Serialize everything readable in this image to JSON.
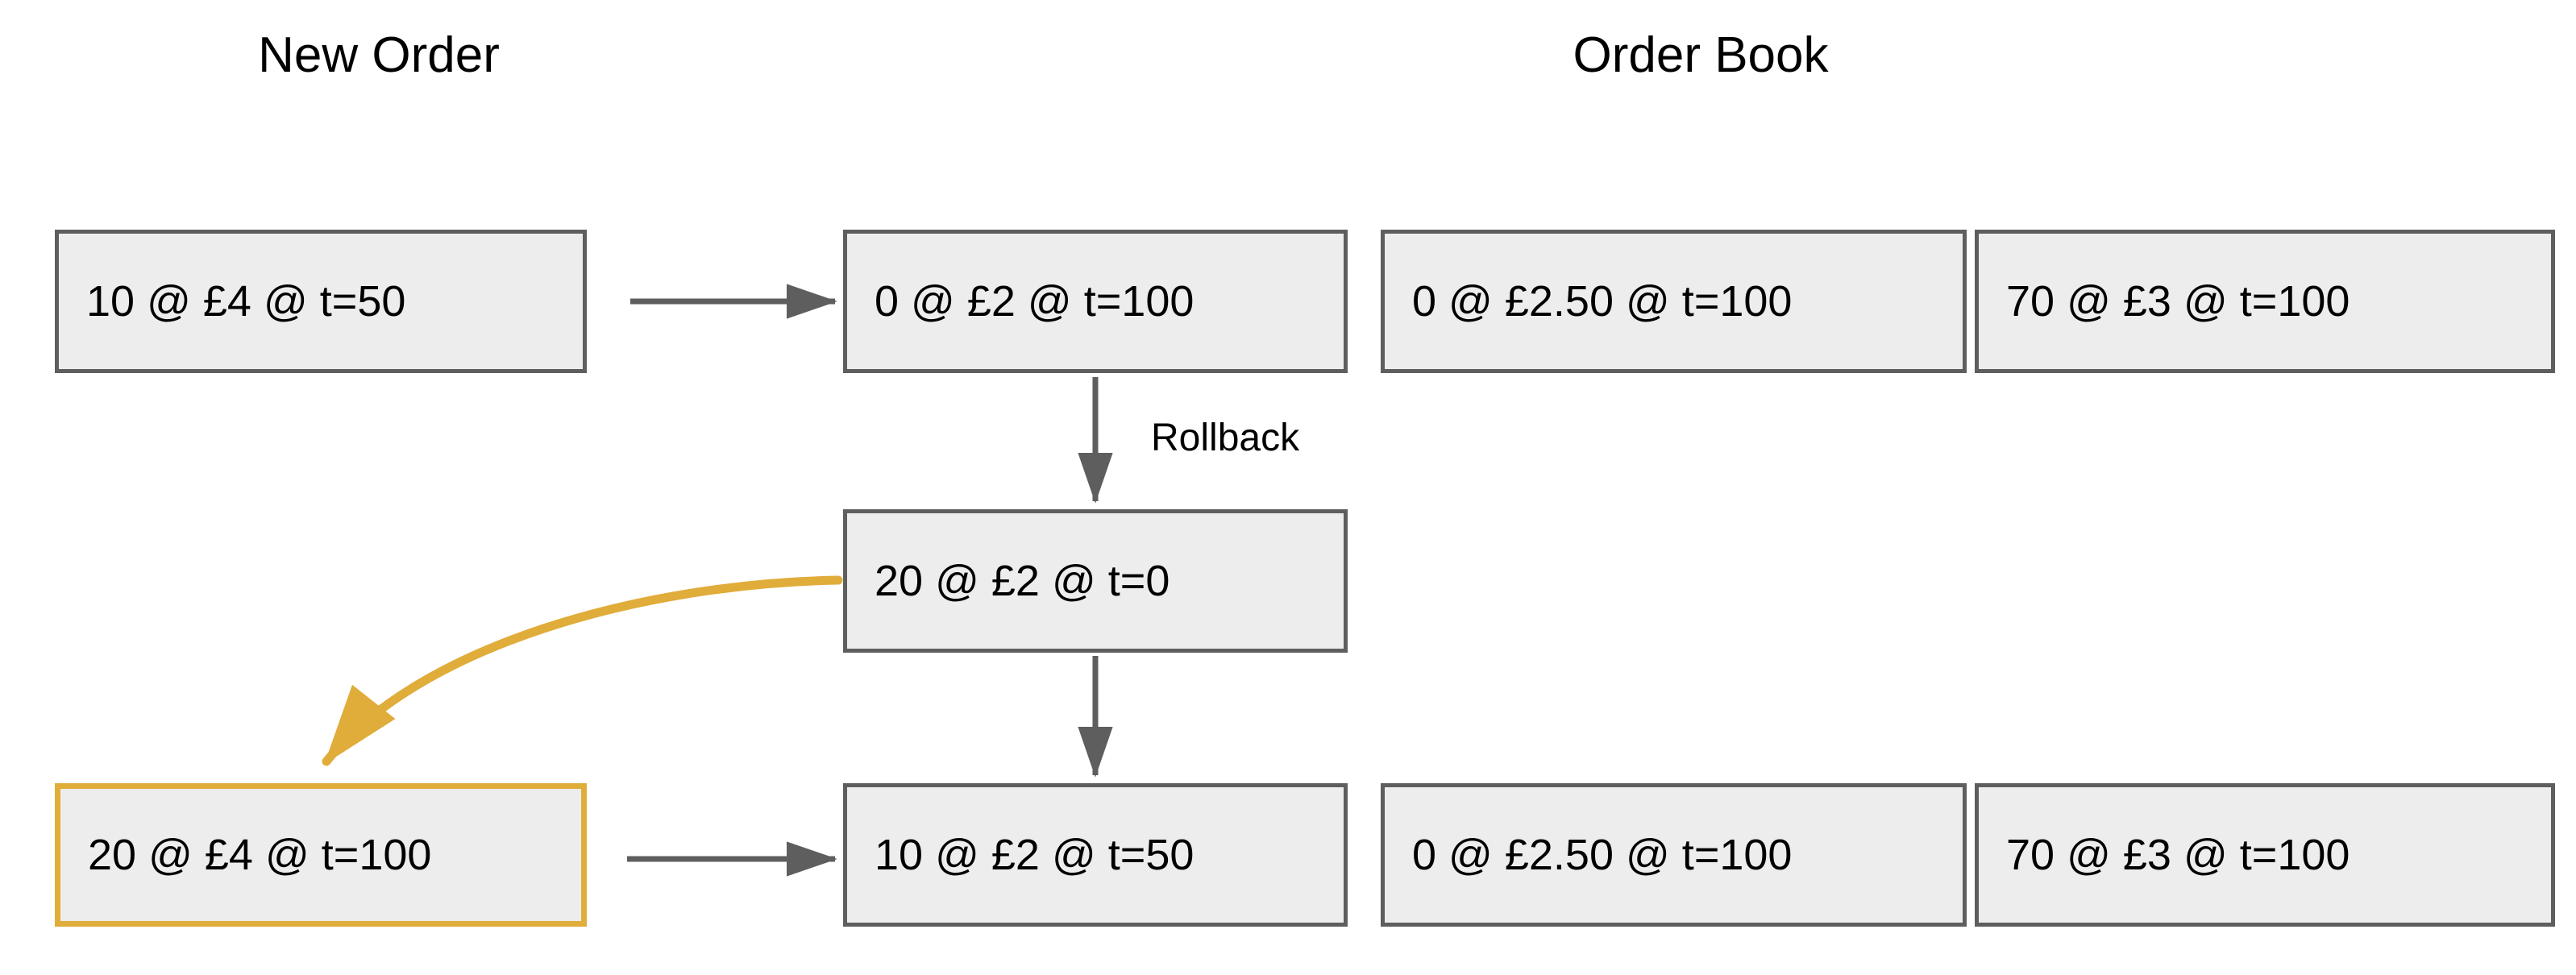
{
  "diagram": {
    "title_new_order": "New Order",
    "title_order_book": "Order Book",
    "edge_label_rollback": "Rollback",
    "colors": {
      "node_fill": "#ededed",
      "node_border": "#5e5e5e",
      "highlight_border": "#e0ac3a",
      "arrow_gray": "#5e5e5e",
      "arrow_yellow": "#e0ac3a",
      "text": "#000000",
      "background": "#ffffff"
    },
    "rows": [
      {
        "id": "row-initial",
        "new_order": "10 @ £4 @ t=50",
        "book": [
          "0 @ £2 @ t=100",
          "0 @ £2.50 @ t=100",
          "70 @ £3 @ t=100"
        ]
      },
      {
        "id": "row-rolledback",
        "new_order": null,
        "book": [
          "20 @ £2 @ t=0"
        ]
      },
      {
        "id": "row-final",
        "new_order": "20 @ £4 @ t=100",
        "book": [
          "10 @ £2 @ t=50",
          "0 @ £2.50 @ t=100",
          "70 @ £3 @ t=100"
        ]
      }
    ],
    "nodes": {
      "n_new_order_top": "10 @ £4 @ t=50",
      "n_book_top_1": "0 @ £2 @ t=100",
      "n_book_top_2": "0 @ £2.50 @ t=100",
      "n_book_top_3": "70 @ £3 @ t=100",
      "n_book_mid_1": "20 @ £2 @ t=0",
      "n_new_order_bottom": "20 @ £4 @ t=100",
      "n_book_bottom_1": "10 @ £2 @ t=50",
      "n_book_bottom_2": "0 @ £2.50 @ t=100",
      "n_book_bottom_3": "70 @ £3 @ t=100"
    }
  }
}
